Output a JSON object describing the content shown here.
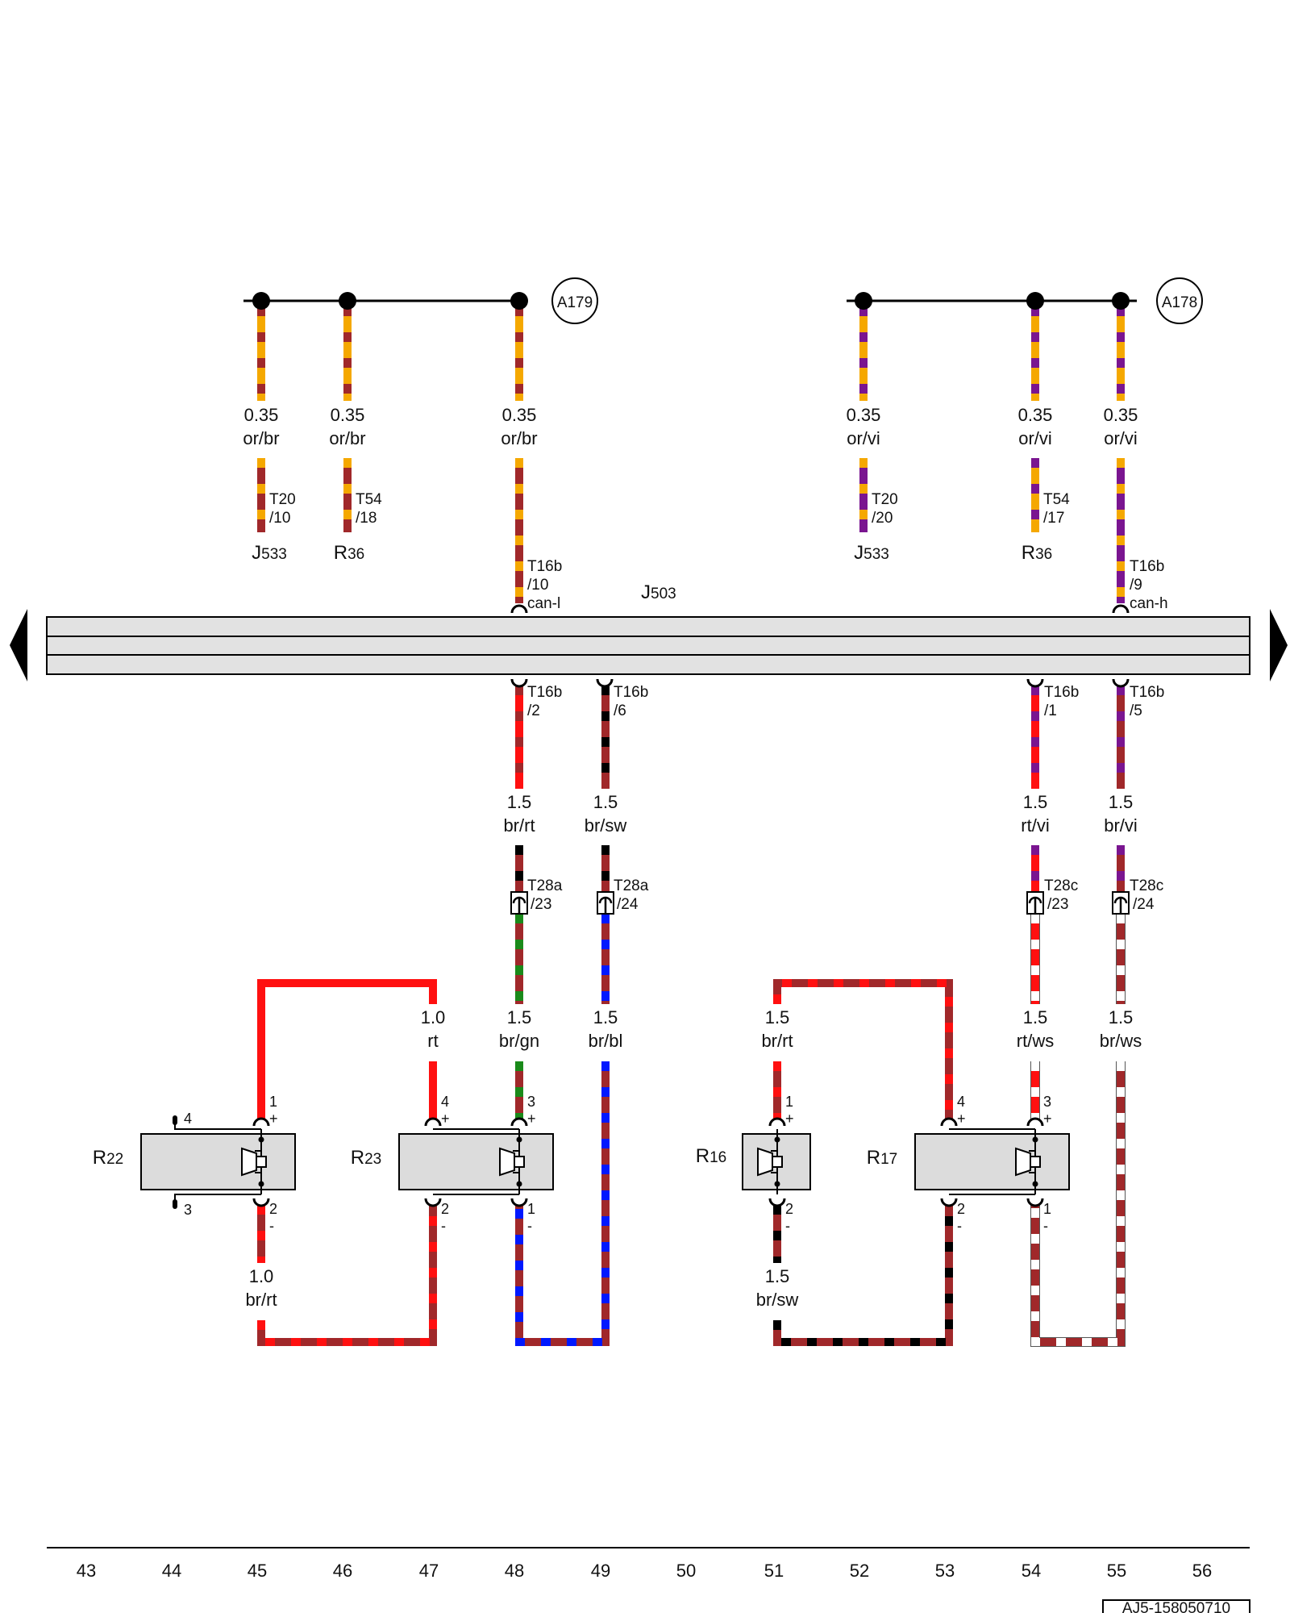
{
  "colors": {
    "or": "#f5a800",
    "br": "#a0282a",
    "vi": "#7a1590",
    "rt": "#ff1010",
    "sw": "#000000",
    "gn": "#1a8a1a",
    "bl": "#0018ff",
    "ws": "#ffffff",
    "bus_fill": "#e2e2e2",
    "component_fill": "#dcdcdc"
  },
  "ground_refs": [
    {
      "id": "a179",
      "label": "A179"
    },
    {
      "id": "a178",
      "label": "A178"
    }
  ],
  "control_unit": {
    "id": "J",
    "sub": "503"
  },
  "top_wires": [
    {
      "id": "tw1",
      "size": "0.35",
      "color": "or/br",
      "conn": "T20",
      "pin": "/10",
      "comp": "J",
      "comp_sub": "533"
    },
    {
      "id": "tw2",
      "size": "0.35",
      "color": "or/br",
      "conn": "T54",
      "pin": "/18",
      "comp": "R",
      "comp_sub": "36"
    },
    {
      "id": "tw3",
      "size": "0.35",
      "color": "or/br",
      "conn": "T16b",
      "pin": "/10",
      "signal": "can-l"
    },
    {
      "id": "tw4",
      "size": "0.35",
      "color": "or/vi",
      "conn": "T20",
      "pin": "/20",
      "comp": "J",
      "comp_sub": "533"
    },
    {
      "id": "tw5",
      "size": "0.35",
      "color": "or/vi",
      "conn": "T54",
      "pin": "/17",
      "comp": "R",
      "comp_sub": "36"
    },
    {
      "id": "tw6",
      "size": "0.35",
      "color": "or/vi",
      "conn": "T16b",
      "pin": "/9",
      "signal": "can-h"
    }
  ],
  "mid_wires": [
    {
      "id": "mw1",
      "conn": "T16b",
      "pin": "/2",
      "size": "1.5",
      "color": "br/rt",
      "conn2": "T28a",
      "pin2": "/23",
      "size2": "1.5",
      "color2": "br/gn"
    },
    {
      "id": "mw2",
      "conn": "T16b",
      "pin": "/6",
      "size": "1.5",
      "color": "br/sw",
      "conn2": "T28a",
      "pin2": "/24",
      "size2": "1.5",
      "color2": "br/bl"
    },
    {
      "id": "mw3",
      "conn": "T16b",
      "pin": "/1",
      "size": "1.5",
      "color": "rt/vi",
      "conn2": "T28c",
      "pin2": "/23",
      "size2": "1.5",
      "color2": "rt/ws"
    },
    {
      "id": "mw4",
      "conn": "T16b",
      "pin": "/5",
      "size": "1.5",
      "color": "br/vi",
      "conn2": "T28c",
      "pin2": "/24",
      "size2": "1.5",
      "color2": "br/ws"
    }
  ],
  "loop_wires": [
    {
      "id": "lw1",
      "size": "1.0",
      "color": "rt"
    },
    {
      "id": "lw2",
      "size": "1.5",
      "color": "br/rt"
    },
    {
      "id": "lw3",
      "size": "1.0",
      "color": "br/rt"
    },
    {
      "id": "lw4",
      "size": "1.5",
      "color": "br/sw"
    }
  ],
  "components": [
    {
      "id": "r22",
      "label": "R",
      "sub": "22",
      "pins": [
        "4",
        "3",
        "1",
        "+",
        "2",
        "-"
      ]
    },
    {
      "id": "r23",
      "label": "R",
      "sub": "23",
      "pins": [
        "4",
        "+",
        "3",
        "+",
        "2",
        "-",
        "1",
        "-"
      ]
    },
    {
      "id": "r16",
      "label": "R",
      "sub": "16",
      "pins": [
        "1",
        "+",
        "2",
        "-"
      ]
    },
    {
      "id": "r17",
      "label": "R",
      "sub": "17",
      "pins": [
        "4",
        "+",
        "3",
        "+",
        "2",
        "-",
        "1",
        "-"
      ]
    }
  ],
  "grid_numbers": [
    "43",
    "44",
    "45",
    "46",
    "47",
    "48",
    "49",
    "50",
    "51",
    "52",
    "53",
    "54",
    "55",
    "56"
  ],
  "footer_ref": "AJ5-158050710"
}
